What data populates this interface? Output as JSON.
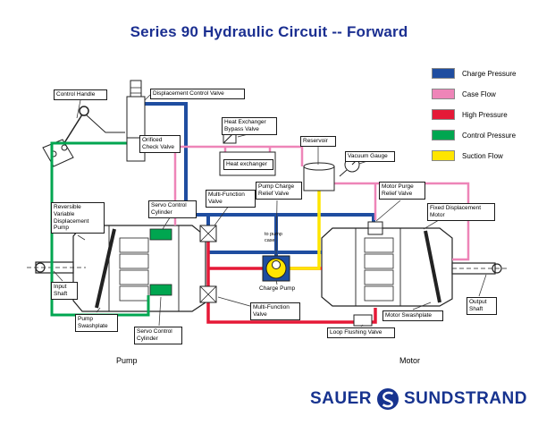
{
  "title": "Series 90 Hydraulic Circuit -- Forward",
  "legend": {
    "items": [
      {
        "label": "Charge Pressure",
        "color": "#1f4da0"
      },
      {
        "label": "Case Flow",
        "color": "#ee85b8"
      },
      {
        "label": "High Pressure",
        "color": "#e51937"
      },
      {
        "label": "Control Pressure",
        "color": "#00a650"
      },
      {
        "label": "Suction Flow",
        "color": "#ffe500"
      }
    ]
  },
  "labels": {
    "control_handle": "Control Handle",
    "displacement_control_valve": "Displacement Control Valve",
    "orificed_check_valve": "Orificed Check Valve",
    "heat_exchanger_bypass_valve": "Heat Exchanger Bypass Valve",
    "heat_exchanger": "Heat exchanger",
    "reservoir": "Reservoir",
    "vacuum_gauge": "Vacuum Gauge",
    "pump_charge_relief_valve": "Pump Charge Relief Valve",
    "motor_purge_relief_valve": "Motor Purge Relief Valve",
    "multi_function_valve_upper": "Multi-Function Valve",
    "servo_control_cylinder_upper": "Servo Control Cylinder",
    "reversible_variable_displacement_pump": "Reversible Variable Displacement Pump",
    "fixed_displacement_motor": "Fixed Displacement Motor",
    "input_shaft": "Input Shaft",
    "pump_swashplate": "Pump Swashplate",
    "servo_control_cylinder_lower": "Servo Control Cylinder",
    "multi_function_valve_lower": "Multi-Function Valve",
    "charge_pump": "Charge Pump",
    "to_pump_case": "to pump case",
    "motor_swashplate": "Motor Swashplate",
    "loop_flushing_valve": "Loop Flushing Valve",
    "output_shaft": "Output Shaft",
    "pump_caption": "Pump",
    "motor_caption": "Motor"
  },
  "footer": {
    "brand_left": "SAUER",
    "brand_right": "SUNDSTRAND"
  }
}
